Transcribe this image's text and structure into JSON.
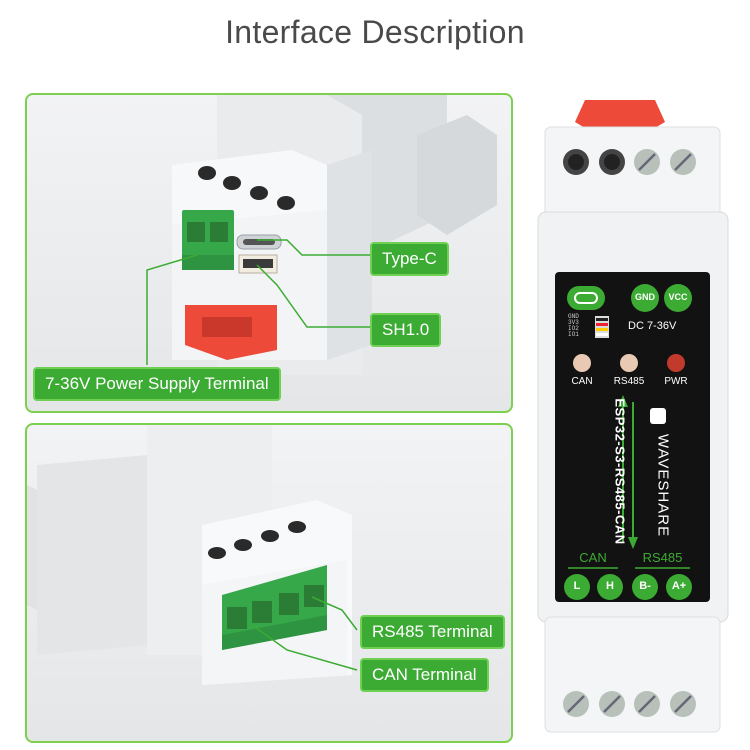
{
  "title": "Interface Description",
  "top_panel": {
    "callouts": {
      "type_c": "Type-C",
      "sh1": "SH1.0",
      "power": "7-36V Power Supply Terminal"
    }
  },
  "bottom_panel": {
    "callouts": {
      "rs485": "RS485 Terminal",
      "can": "CAN Terminal"
    }
  },
  "device": {
    "pins_sh": [
      "GND",
      "3V3",
      "IO2",
      "IO1"
    ],
    "gnd": "GND",
    "vcc": "VCC",
    "voltage": "DC 7-36V",
    "leds": [
      "CAN",
      "RS485",
      "PWR"
    ],
    "model": "ESP32-S3-RS485-CAN",
    "brand": "WAVESHARE",
    "can_label": "CAN",
    "rs485_label": "RS485",
    "terminals": [
      "L",
      "H",
      "B-",
      "A+"
    ]
  },
  "colors": {
    "accent_green": "#3cab33",
    "callout_border": "#6fd054",
    "panel_border": "#7ccf4f",
    "terminal_green": "#37a84a",
    "din_clip": "#ee4a3a"
  }
}
